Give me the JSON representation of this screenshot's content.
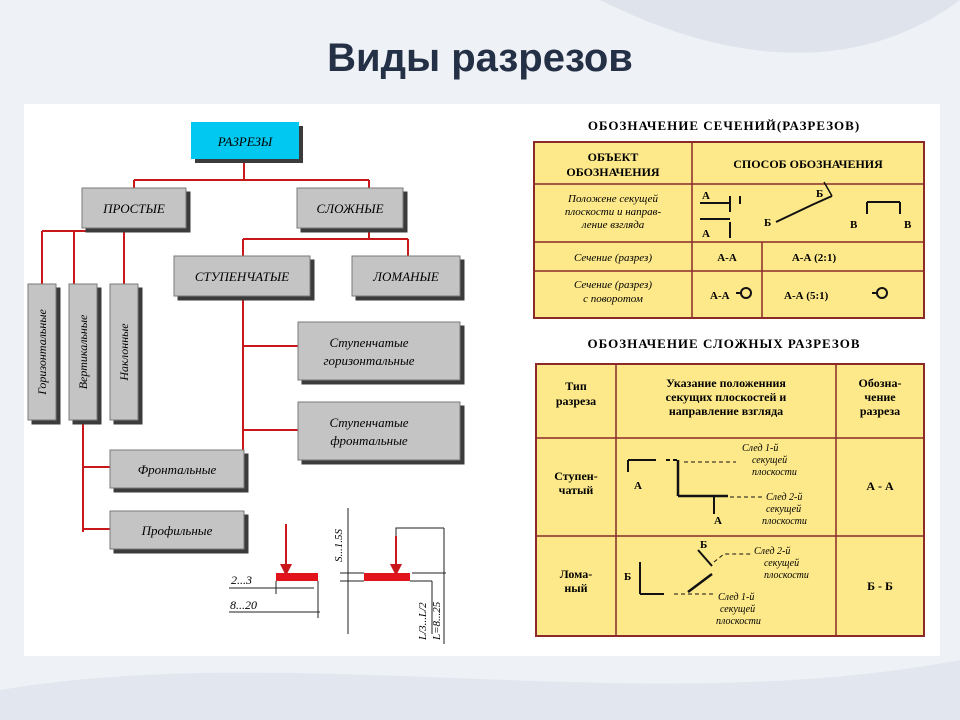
{
  "slide": {
    "title": "Виды разрезов"
  },
  "tree": {
    "root": "РАЗРЕЗЫ",
    "simple": "ПРОСТЫЕ",
    "complex": "СЛОЖНЫЕ",
    "vertical_items": [
      "Горизонтальные",
      "Вертикальные",
      "Наклонные"
    ],
    "complex_children": [
      "СТУПЕНЧАТЫЕ",
      "ЛОМАНЫЕ"
    ],
    "stepped_children": [
      [
        "Ступенчатые",
        "горизонтальные"
      ],
      [
        "Ступенчатые",
        "фронтальные"
      ]
    ],
    "vertical_children": [
      "Фронтальные",
      "Профильные"
    ]
  },
  "dimensions": {
    "left_a": "2...3",
    "left_b": "8...20",
    "vert_s": "S...1.5S",
    "vert_l": "L/3...L/2",
    "vert_l2": "L=8...25"
  },
  "table1": {
    "title": "ОБОЗНАЧЕНИЕ СЕЧЕНИЙ(РАЗРЕЗОВ)",
    "head_object": [
      "ОБЪЕКТ",
      "ОБОЗНАЧЕНИЯ"
    ],
    "head_method": "СПОСОБ ОБОЗНАЧЕНИЯ",
    "row1_object": [
      "Положене секущей",
      "плоскости и направ-",
      "ление взгляда"
    ],
    "row1_letters": [
      "А",
      "А",
      "Б",
      "Б",
      "В",
      "В"
    ],
    "row2_object": "Сечение (разрез)",
    "row2_a": "А-А",
    "row2_b": "А-А (2:1)",
    "row3_object": [
      "Сечение (разрез)",
      "с поворотом"
    ],
    "row3_a": "А-А",
    "row3_b": "А-А (5:1)"
  },
  "table2": {
    "title": "ОБОЗНАЧЕНИЕ СЛОЖНЫХ РАЗРЕЗОВ",
    "head_type": [
      "Тип",
      "разреза"
    ],
    "head_indication": [
      "Указание положенния",
      "секущих плоскостей и",
      "направление взгляда"
    ],
    "head_designation": [
      "Обозна-",
      "чение",
      "разреза"
    ],
    "row1_type": [
      "Ступен-",
      "чатый"
    ],
    "row1_note1": [
      "След 1-й",
      "секущей",
      "плоскости"
    ],
    "row1_note2": [
      "След 2-й",
      "секущей",
      "плоскости"
    ],
    "row1_letters": [
      "А",
      "А"
    ],
    "row1_designation": "А - А",
    "row2_type": [
      "Лома-",
      "ный"
    ],
    "row2_note1": [
      "След 2-й",
      "секущей",
      "плоскости"
    ],
    "row2_note2": [
      "След 1-й",
      "секущей",
      "плоскости"
    ],
    "row2_letters": [
      "Б",
      "Б"
    ],
    "row2_designation": "Б - Б"
  },
  "colors": {
    "connector": "#c8181c",
    "root_fill": "#00c8f0",
    "node_fill": "#c4c4c4",
    "table_fill": "#fde98a",
    "table_border": "#8a2a2a",
    "title": "#233046"
  }
}
